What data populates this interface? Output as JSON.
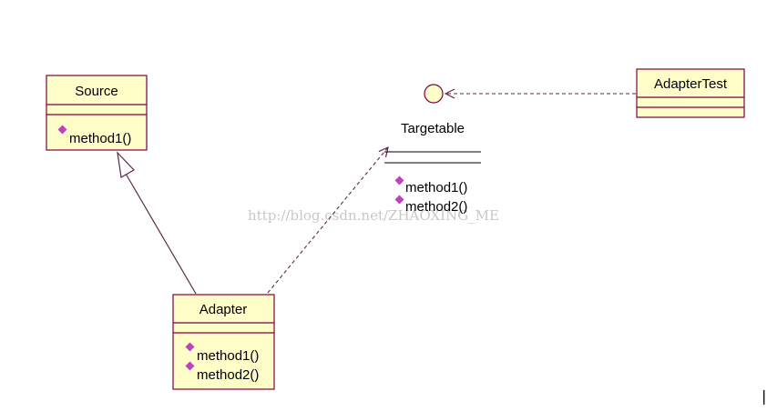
{
  "colors": {
    "class_fill": "#fffdc8",
    "class_border": "#800040",
    "operation_icon": "#c040c0",
    "edge": "#5a2a4a",
    "watermark": "#c8c8c8"
  },
  "classes": [
    {
      "id": "source",
      "name": "Source",
      "operations": [
        "method1()"
      ]
    },
    {
      "id": "adapter",
      "name": "Adapter",
      "operations": [
        "method1()",
        "method2()"
      ]
    },
    {
      "id": "adaptertest",
      "name": "AdapterTest",
      "operations": []
    }
  ],
  "interface": {
    "name": "Targetable",
    "operations": [
      "method1()",
      "method2()"
    ]
  },
  "relations": [
    {
      "from": "adapter",
      "to": "source",
      "kind": "generalization"
    },
    {
      "from": "adapter",
      "to": "interface",
      "kind": "realization"
    },
    {
      "from": "adaptertest",
      "to": "interface",
      "kind": "dependency"
    }
  ],
  "watermark": "http://blog.csdn.net/ZHAOXING_ME",
  "icons": {
    "operation": "diamond-operation-icon",
    "interface": "lollipop-interface-icon"
  }
}
